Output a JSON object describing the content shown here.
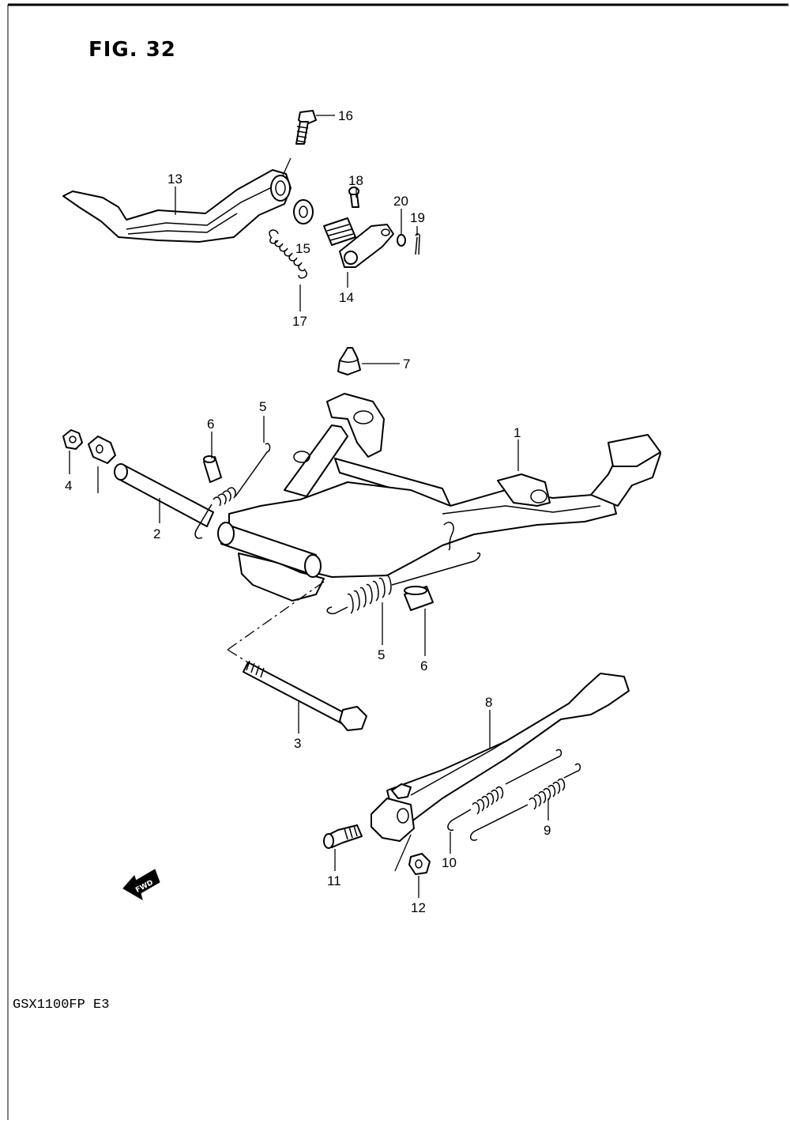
{
  "figure": {
    "title": "FIG. 32",
    "model_code": "GSX1100FP E3",
    "fwd_label": "FWD"
  },
  "callouts": [
    "1",
    "2",
    "3",
    "4",
    "5",
    "5",
    "6",
    "6",
    "7",
    "8",
    "9",
    "10",
    "11",
    "12",
    "13",
    "14",
    "15",
    "16",
    "17",
    "18",
    "19",
    "20"
  ],
  "icons": {
    "fwd_arrow": "fwd-arrow-icon"
  },
  "colors": {
    "ink": "#000000",
    "paper": "#ffffff"
  }
}
